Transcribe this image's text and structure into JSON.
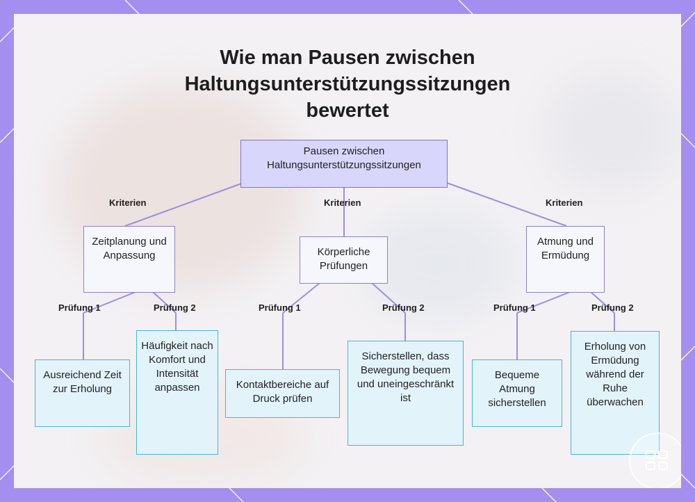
{
  "title": {
    "line1": "Wie man Pausen zwischen",
    "line2": "Haltungsunterstützungssitzungen",
    "line3": "bewertet"
  },
  "root": {
    "label": "Pausen zwischen Haltungsunterstützungssitzungen"
  },
  "edge_labels": {
    "criteria": "Kriterien",
    "check1": "Prüfung 1",
    "check2": "Prüfung 2"
  },
  "categories": [
    {
      "label": "Zeitplanung und Anpassung",
      "check1": "Ausreichend Zeit zur Erholung",
      "check2": "Häufigkeit nach Komfort und Intensität anpassen"
    },
    {
      "label": "Körperliche Prüfungen",
      "check1": "Kontaktbereiche auf Druck prüfen",
      "check2": "Sicherstellen, dass Bewegung bequem und uneingeschränkt ist"
    },
    {
      "label": "Atmung und Ermüdung",
      "check1": "Bequeme Atmung sicherstellen",
      "check2": "Erholung von Ermüdung während der Ruhe überwachen"
    }
  ],
  "colors": {
    "frame": "#a48ef0",
    "connector": "#9b8fdc",
    "root_fill": "#d8d7fb",
    "leaf_fill": "#e2f3fa",
    "leaf_border": "#43b8d4"
  },
  "icons": {
    "badge": "logo-badge-icon"
  }
}
